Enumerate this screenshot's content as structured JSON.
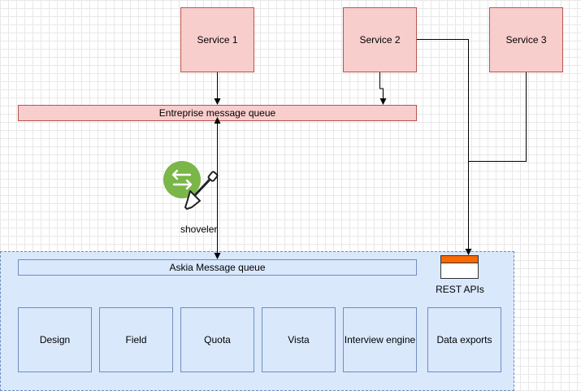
{
  "services": [
    {
      "label": "Service 1"
    },
    {
      "label": "Service 2"
    },
    {
      "label": "Service 3"
    }
  ],
  "enterprise_queue": {
    "label": "Entreprise message queue"
  },
  "shoveler": {
    "label": "shoveler",
    "icon": "shovel-icon",
    "badge_icon": "swap-arrows-icon",
    "badge_color": "#7ab648"
  },
  "askia_queue": {
    "label": "Askia Message queue"
  },
  "rest_api": {
    "label": "REST APIs",
    "icon": "api-icon",
    "accent": "#fa6800"
  },
  "modules": [
    {
      "label": "Design"
    },
    {
      "label": "Field"
    },
    {
      "label": "Quota"
    },
    {
      "label": "Vista"
    },
    {
      "label": "Interview engine"
    },
    {
      "label": "Data exports"
    }
  ],
  "colors": {
    "service_fill": "#f8cecc",
    "service_stroke": "#b85450",
    "container_fill": "#dae8fc",
    "container_stroke": "#6c8ebf"
  }
}
